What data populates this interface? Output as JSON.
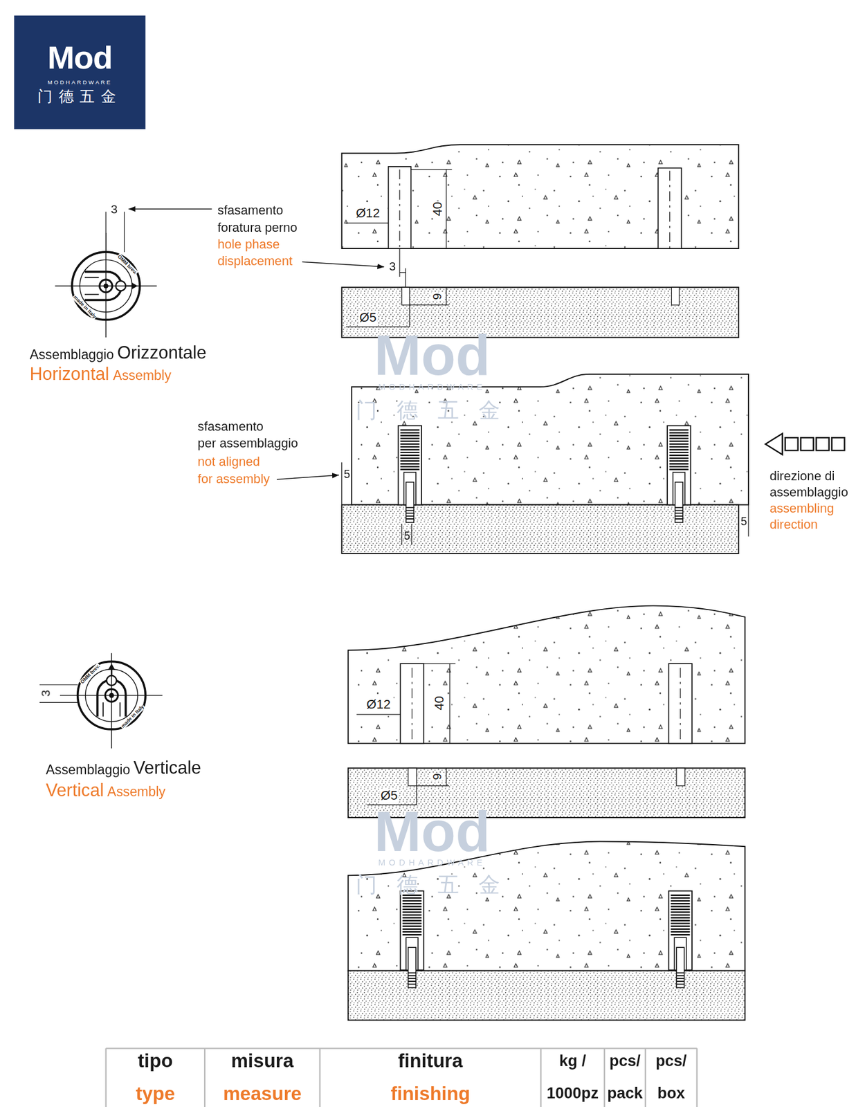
{
  "diagram": {
    "nodes": [
      {
        "text": [
          "Mod",
          "MODHARDWARE",
          "门德五金"
        ]
      }
    ],
    "labels": [
      "Mod",
      "MODHARDWARE",
      "门德五金",
      "sfasamento foratura perno",
      "hole phase displacement",
      "3",
      "OMM brev.",
      "made in Italy",
      "Ø12",
      "40",
      "3",
      "9",
      "Ø5",
      "Assemblaggio",
      "Orizzontale",
      "Horizontal",
      "Assembly",
      "sfasamento",
      "per assemblaggio",
      "not aligned for assembly",
      "5",
      "5",
      "5",
      "direzione di assemblaggio",
      "assembling direction",
      "OMM brev.",
      "made in Italy",
      "3",
      "Ø12",
      "40",
      "9",
      "Ø5",
      "Assemblaggio",
      "Verticale",
      "Vertical",
      "Assembly",
      "Mod",
      "MODHARDWARE",
      "门德五金",
      "tipo",
      "type",
      "misura",
      "measure",
      "finitura",
      "finishing",
      "kg / 1000pz",
      "pcs/ pack",
      "pcs/ box"
    ]
  }
}
